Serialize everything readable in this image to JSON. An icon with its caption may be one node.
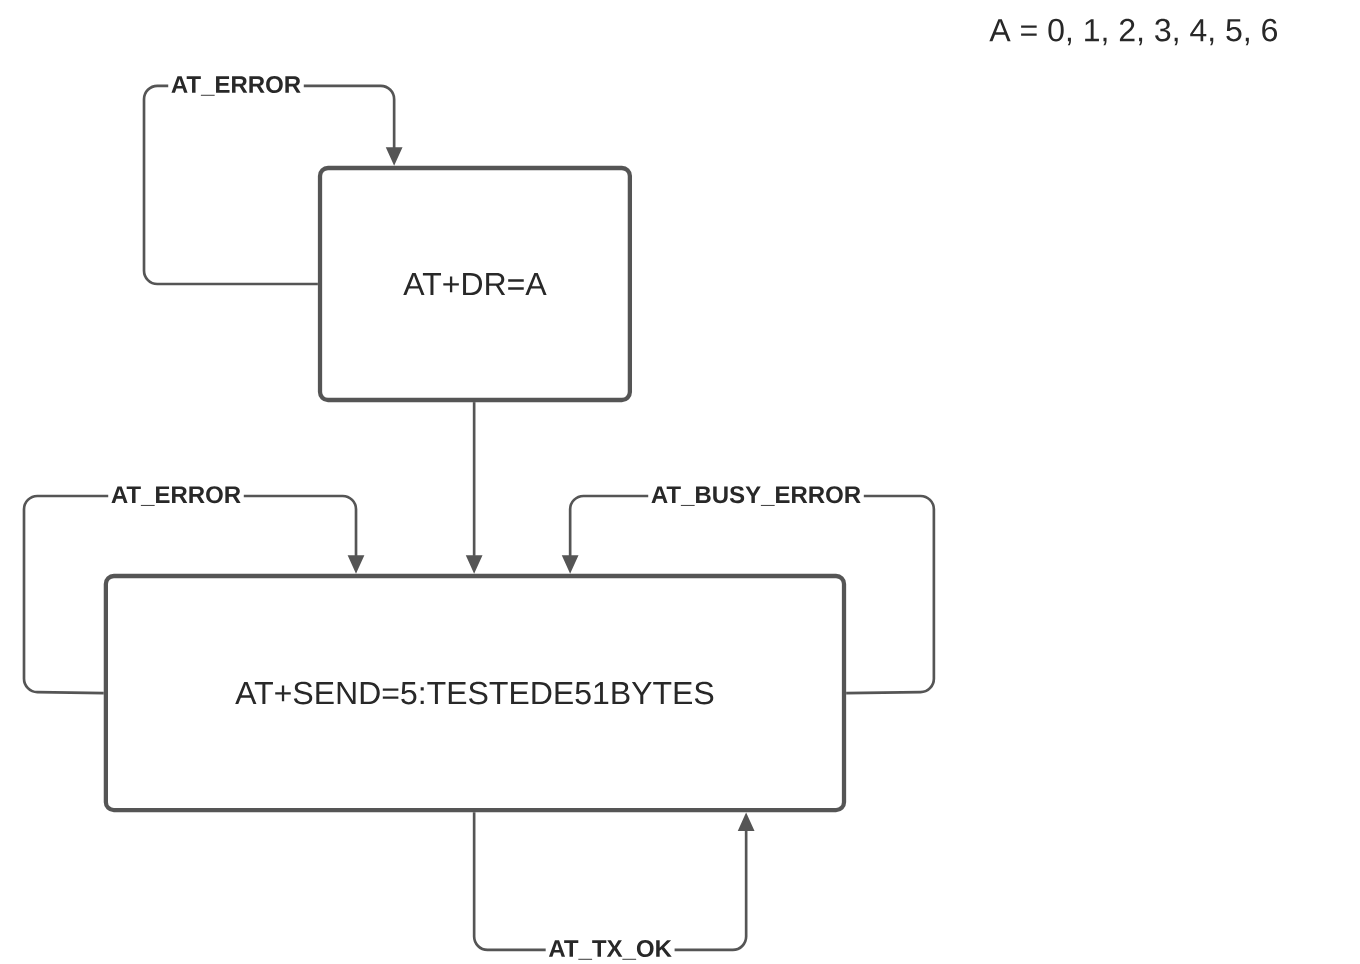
{
  "diagram": {
    "nodes": [
      {
        "text": [
          "AT+DR=A"
        ]
      },
      {
        "text": [
          "AT+SEND=5:TESTEDE51BYTES"
        ]
      }
    ],
    "edges": [
      {
        "from": 0,
        "to": 0,
        "arrow": "to",
        "label": "AT_ERROR"
      },
      {
        "from": 0,
        "to": 1,
        "arrow": "to"
      },
      {
        "from": 1,
        "to": 1,
        "arrow": "to",
        "label": "AT_ERROR"
      },
      {
        "from": 1,
        "to": 1,
        "arrow": "to",
        "label": "AT_BUSY_ERROR"
      },
      {
        "from": 1,
        "to": 1,
        "arrow": "to",
        "label": "AT_TX_OK"
      }
    ],
    "labels": [
      "A = 0, 1, 2, 3, 4, 5, 6"
    ]
  }
}
